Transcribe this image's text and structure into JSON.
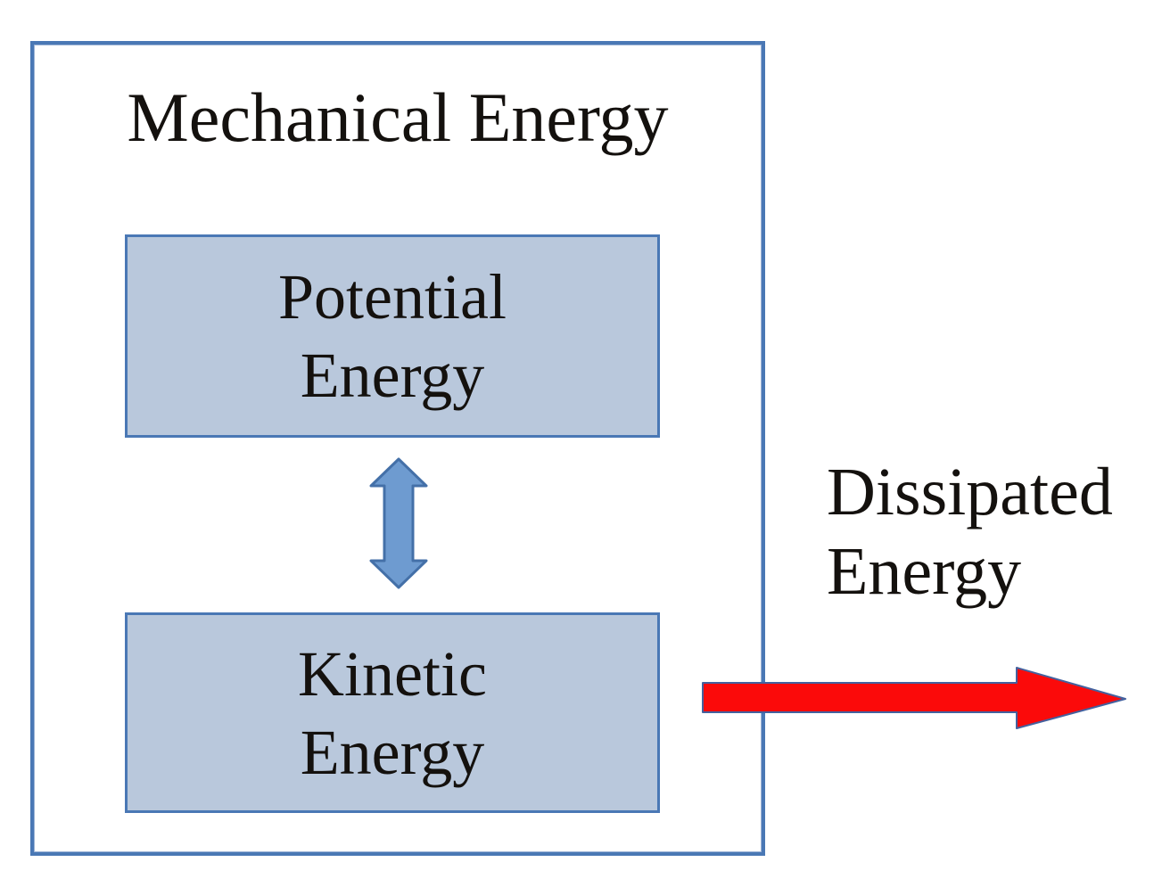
{
  "diagram": {
    "title": "Mechanical Energy",
    "nodes": [
      {
        "id": "potential-energy",
        "label_line1": "Potential",
        "label_line2": "Energy"
      },
      {
        "id": "kinetic-energy",
        "label_line1": "Kinetic",
        "label_line2": "Energy"
      }
    ],
    "external_label": {
      "line1": "Dissipated",
      "line2": "Energy"
    },
    "icons": {
      "exchange": "up-down-double-arrow-icon",
      "dissipated": "right-arrow-icon"
    },
    "colors": {
      "box_border_blue": "#4a78b5",
      "node_fill_blue": "#b9c8dc",
      "exchange_arrow_fill": "#6e9bd0",
      "exchange_arrow_stroke": "#4470a8",
      "dissipated_arrow_fill": "#fb0a0a",
      "dissipated_arrow_stroke": "#44619e",
      "text_color": "#14110e",
      "background": "#ffffff"
    }
  }
}
